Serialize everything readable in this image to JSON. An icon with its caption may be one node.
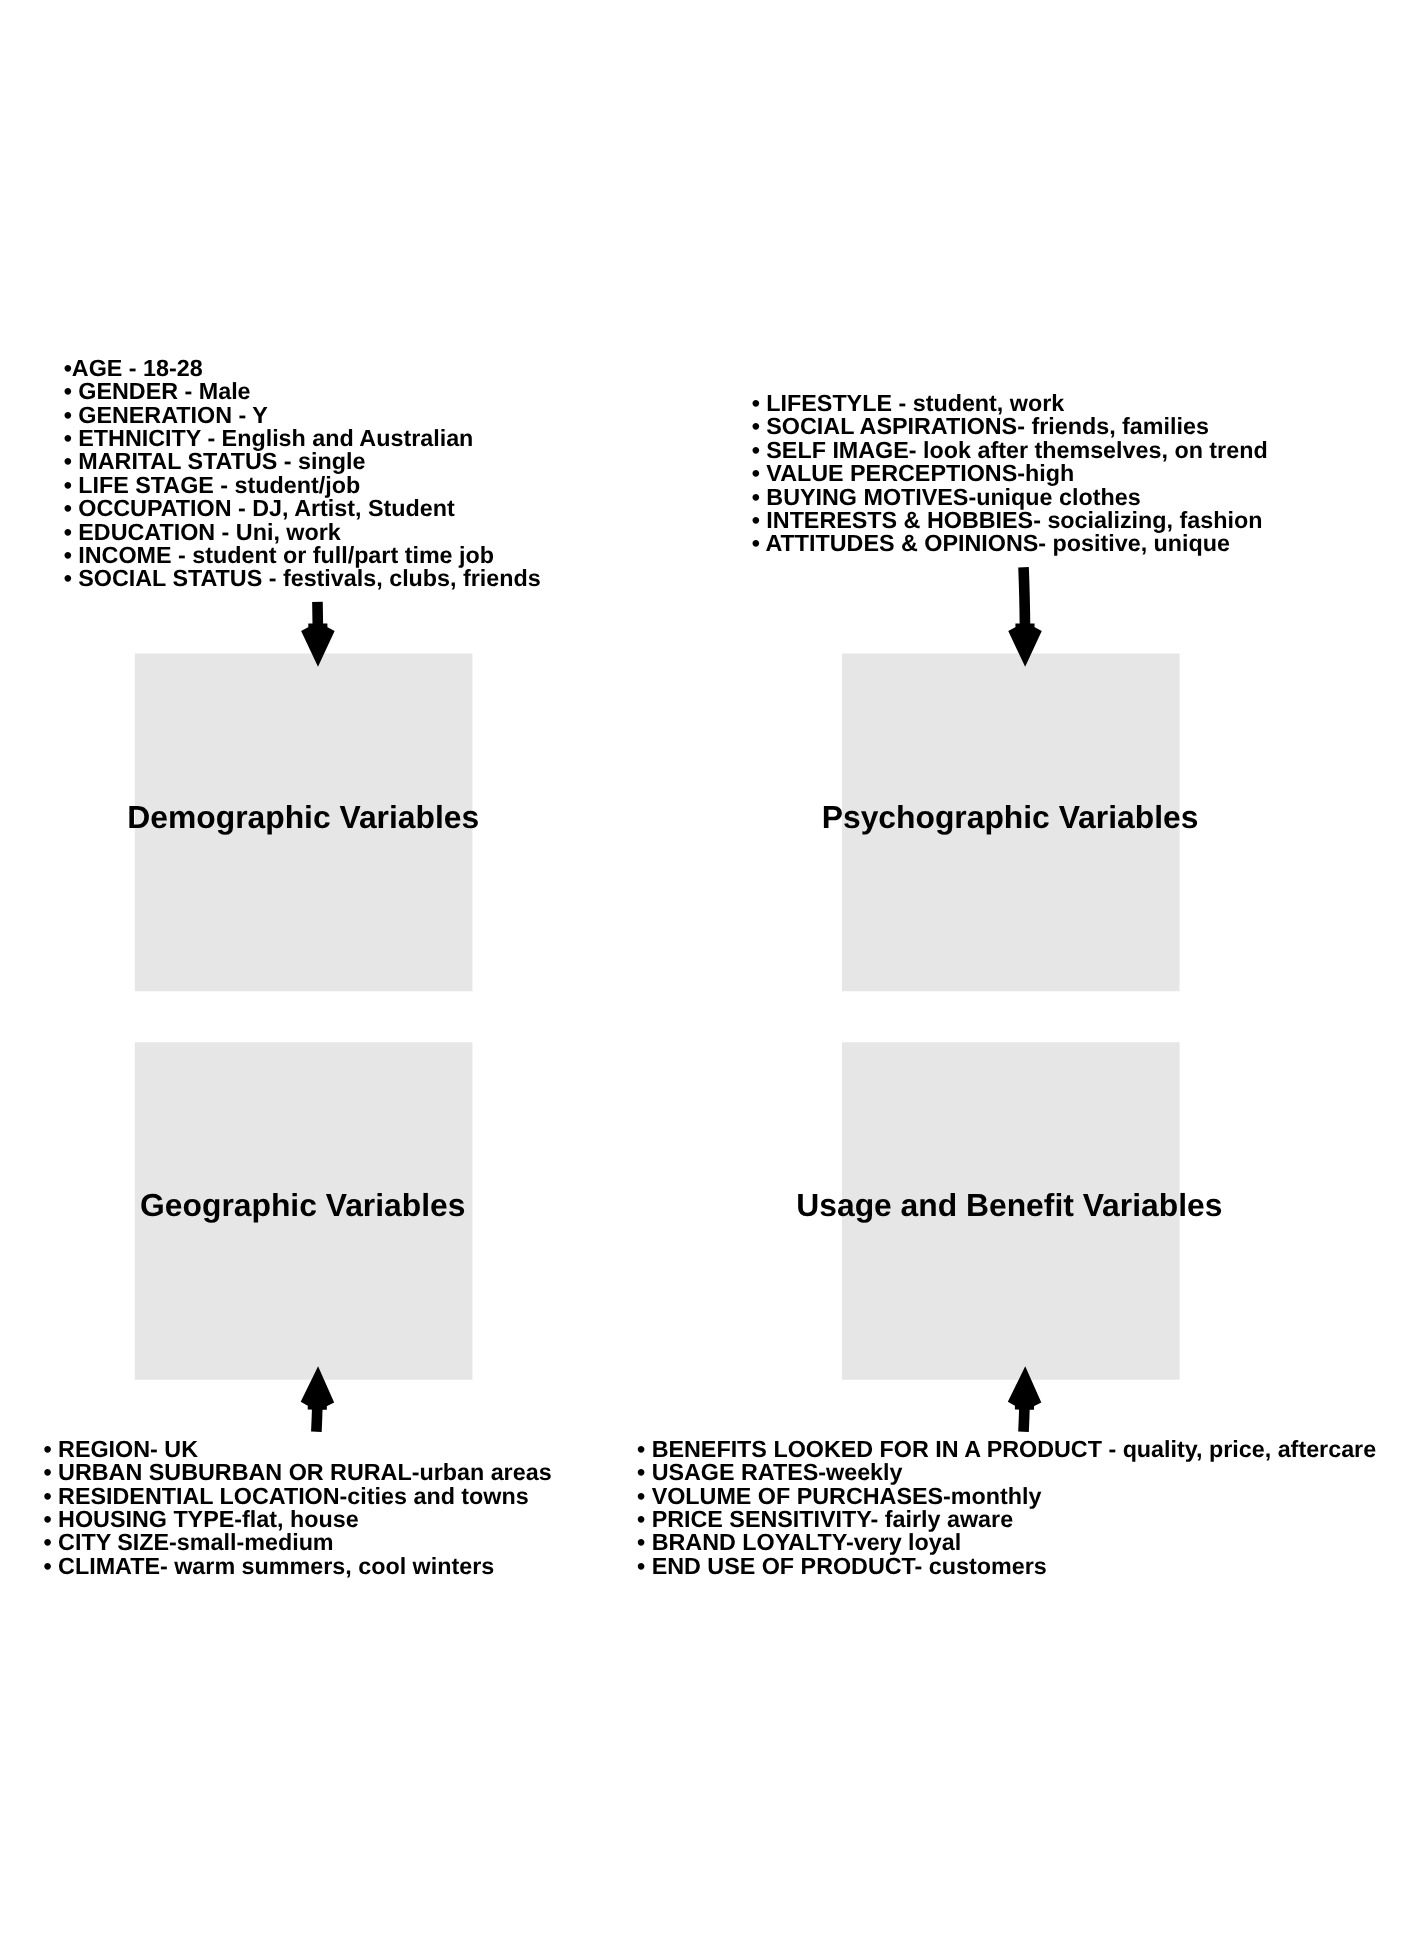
{
  "diagram": {
    "nodes": [
      {
        "text": [
          "•AGE - 18-28",
          "• GENDER - Male",
          "• GENERATION - Y",
          "• ETHNICITY - English and Australian",
          "• MARITAL STATUS - single",
          "• LIFE STAGE - student/job",
          "• OCCUPATION - DJ, Artist, Student",
          "• EDUCATION - Uni, work",
          "• INCOME - student or full/part time job",
          "• SOCIAL STATUS - festivals, clubs, friends"
        ]
      },
      {
        "text": [
          "• LIFESTYLE - student, work",
          "• SOCIAL ASPIRATIONS- friends, families",
          "• SELF IMAGE- look after themselves, on trend",
          "• VALUE PERCEPTIONS-high",
          "• BUYING MOTIVES-unique clothes",
          "• INTERESTS & HOBBIES- socializing, fashion",
          "• ATTITUDES & OPINIONS- positive, unique"
        ]
      },
      {
        "text": [
          "Demographic Variables"
        ]
      },
      {
        "text": [
          "Psychographic Variables"
        ]
      },
      {
        "text": [
          "Geographic Variables"
        ]
      },
      {
        "text": [
          "Usage and Benefit Variables"
        ]
      },
      {
        "text": [
          "• REGION- UK",
          "• URBAN SUBURBAN OR RURAL-urban areas",
          "• RESIDENTIAL LOCATION-cities and towns",
          "• HOUSING TYPE-flat, house",
          "• CITY SIZE-small-medium",
          "• CLIMATE- warm summers, cool winters"
        ]
      },
      {
        "text": [
          "• BENEFITS LOOKED FOR IN A PRODUCT - quality, price, aftercare",
          "• USAGE RATES-weekly",
          "• VOLUME OF PURCHASES-monthly",
          "• PRICE SENSITIVITY- fairly aware",
          "• BRAND LOYALTY-very loyal",
          "• END USE OF PRODUCT- customers"
        ]
      }
    ],
    "edges": [
      {
        "from": 0,
        "to": 2,
        "arrow": "to"
      },
      {
        "from": 1,
        "to": 3,
        "arrow": "to"
      },
      {
        "from": 6,
        "to": 4,
        "arrow": "to"
      },
      {
        "from": 7,
        "to": 5,
        "arrow": "to"
      }
    ]
  }
}
